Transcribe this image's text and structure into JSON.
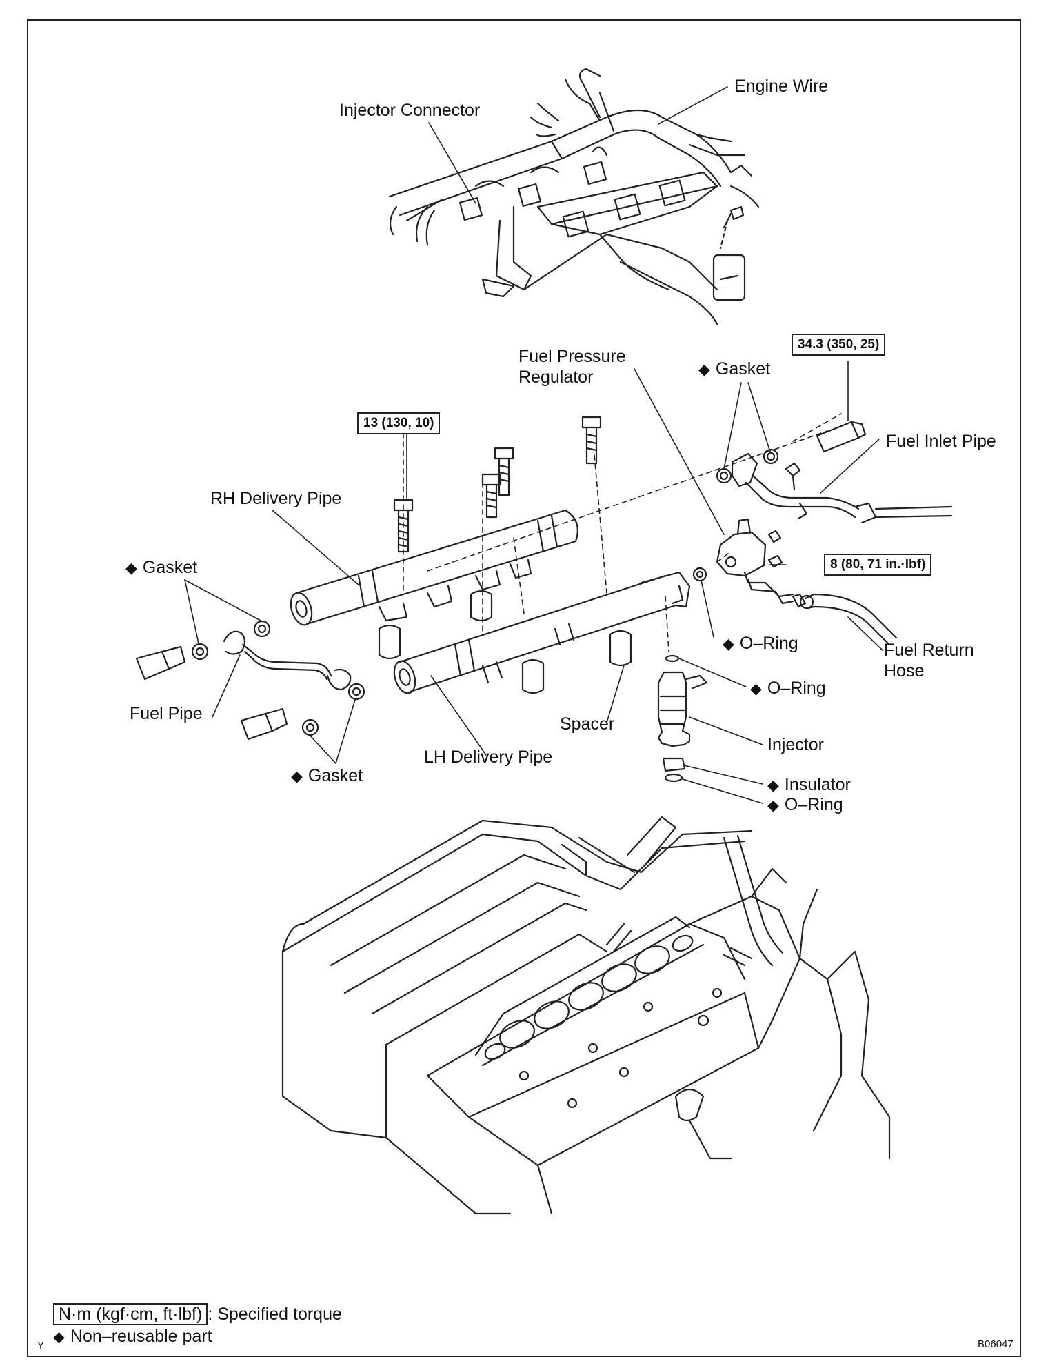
{
  "labels": {
    "injector_connector": "Injector Connector",
    "engine_wire": "Engine Wire",
    "fuel_pressure_regulator": "Fuel Pressure Regulator",
    "gasket_top": "Gasket",
    "fuel_inlet_pipe": "Fuel Inlet Pipe",
    "rh_delivery_pipe": "RH Delivery Pipe",
    "gasket_left": "Gasket",
    "oring_1": "O–Ring",
    "fuel_return_hose": "Fuel Return Hose",
    "oring_2": "O–Ring",
    "fuel_pipe": "Fuel Pipe",
    "spacer": "Spacer",
    "injector": "Injector",
    "lh_delivery_pipe": "LH Delivery Pipe",
    "gasket_bottom": "Gasket",
    "insulator": "Insulator",
    "oring_3": "O–Ring"
  },
  "torques": {
    "t1": "34.3 (350, 25)",
    "t2": "13 (130, 10)",
    "t3": "8 (80, 71 in.·lbf)"
  },
  "legend": {
    "unit_box": "N·m (kgf·cm, ft·lbf)",
    "unit_text": ": Specified torque",
    "non_reusable": "Non–reusable part",
    "diamond_symbol": "◆"
  },
  "corner": {
    "left": "Y",
    "right": "B06047"
  }
}
